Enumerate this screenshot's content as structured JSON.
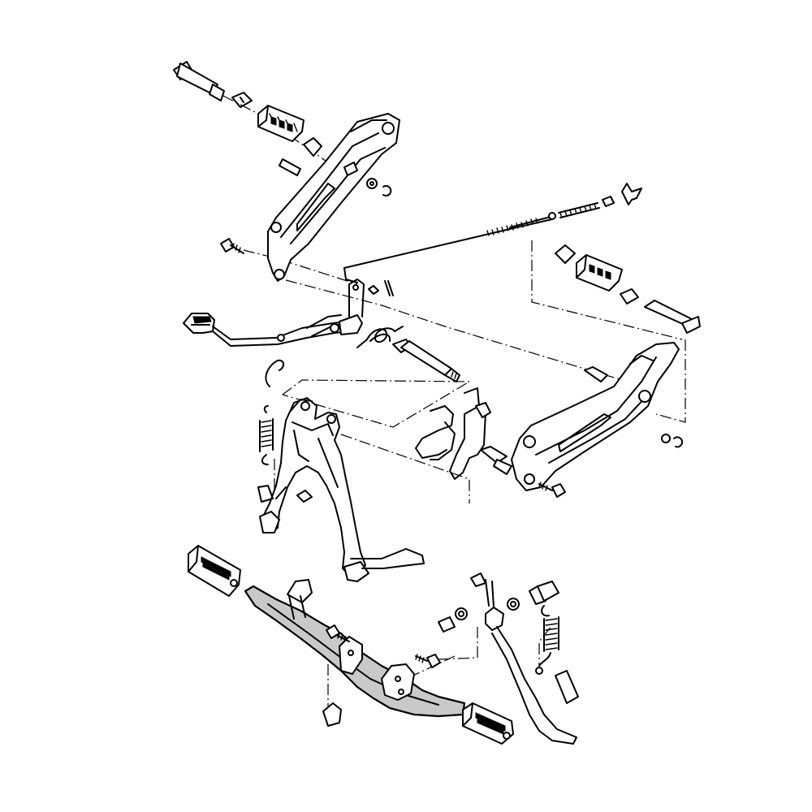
{
  "diagram": {
    "colors": {
      "line": "#000000",
      "background": "#ffffff",
      "highlight_fill": "#c9c9c9"
    },
    "parts": [
      "rear-footpeg-pivot-pin",
      "left-rear-footpeg-rubber",
      "left-rear-footpeg-bracket",
      "rear-brake-pedal",
      "brake-rod",
      "brake-pedal-pivot-shaft",
      "right-rear-footpeg-bracket",
      "right-footpeg-rubber",
      "main-stand",
      "main-stand-return-springs",
      "front-footpeg-bar",
      "left-front-footpeg-rubber",
      "right-front-footpeg-rubber",
      "side-stand",
      "side-stand-spring",
      "side-stand-pivot-bolt"
    ]
  }
}
